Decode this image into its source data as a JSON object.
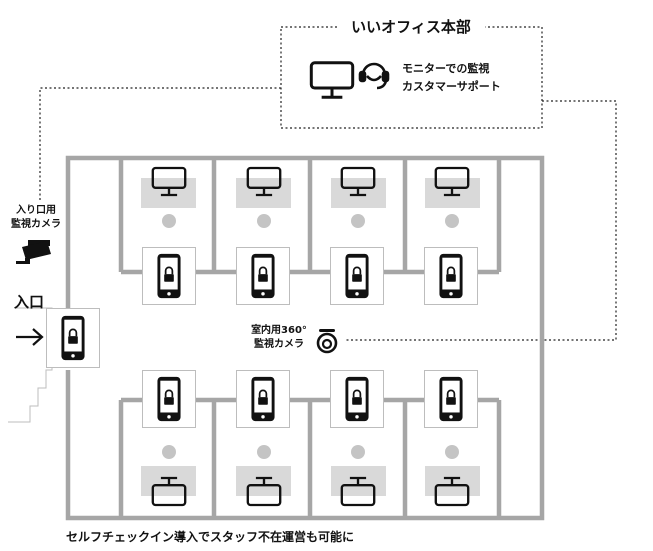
{
  "hq": {
    "title": "いいオフィス本部",
    "line1": "モニターでの監視",
    "line2": "カスタマーサポート"
  },
  "entrance_camera": {
    "line1": "入り口用",
    "line2": "監視カメラ"
  },
  "entrance_label": "入口",
  "indoor_camera": {
    "line1": "室内用360°",
    "line2": "監視カメラ"
  },
  "caption": "セルフチェックイン導入でスタッフ不在運営も可能に",
  "icons": {
    "monitor": "monitor-icon",
    "headset": "headset-icon",
    "camera": "security-camera-icon",
    "camera360": "camera-360-icon",
    "phone_lock": "smartphone-lock-icon",
    "arrow": "arrow-right-icon"
  },
  "colors": {
    "wall": "#a6a6a6",
    "desk": "#d9d9d9",
    "chair": "#c4c4c4",
    "line": "#111111"
  }
}
